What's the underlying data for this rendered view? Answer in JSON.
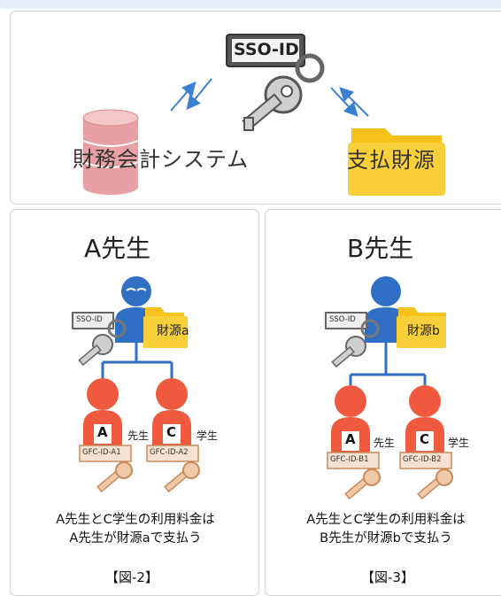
{
  "top": {
    "sso_tag": "SSO-ID",
    "system_label": "財務会計システム",
    "funding_label": "支払財源"
  },
  "left": {
    "title": "A先生",
    "sso_tag": "SSO-ID",
    "folder_label": "財源a",
    "user1_letter": "A",
    "user1_role": "先生",
    "user1_id": "GFC-ID-A1",
    "user2_letter": "C",
    "user2_role": "学生",
    "user2_id": "GFC-ID-A2",
    "caption_line1": "A先生とC学生の利用料金は",
    "caption_line2": "A先生が財源aで支払う",
    "figure_label": "【図-2】"
  },
  "right": {
    "title": "B先生",
    "sso_tag": "SSO-ID",
    "folder_label": "財源b",
    "user1_letter": "A",
    "user1_role": "先生",
    "user1_id": "GFC-ID-B1",
    "user2_letter": "C",
    "user2_role": "学生",
    "user2_id": "GFC-ID-B2",
    "caption_line1": "A先生とC学生の利用料金は",
    "caption_line2": "B先生が財源bで支払う",
    "figure_label": "【図-3】"
  },
  "colors": {
    "teacher_blue": "#2f6fc4",
    "student_red": "#ef5a3f",
    "folder_yellow": "#f7c21a",
    "database_pink": "#e8a0a4",
    "arrow_blue": "#3b7fd0",
    "id_tag_border": "#c98a5a"
  }
}
